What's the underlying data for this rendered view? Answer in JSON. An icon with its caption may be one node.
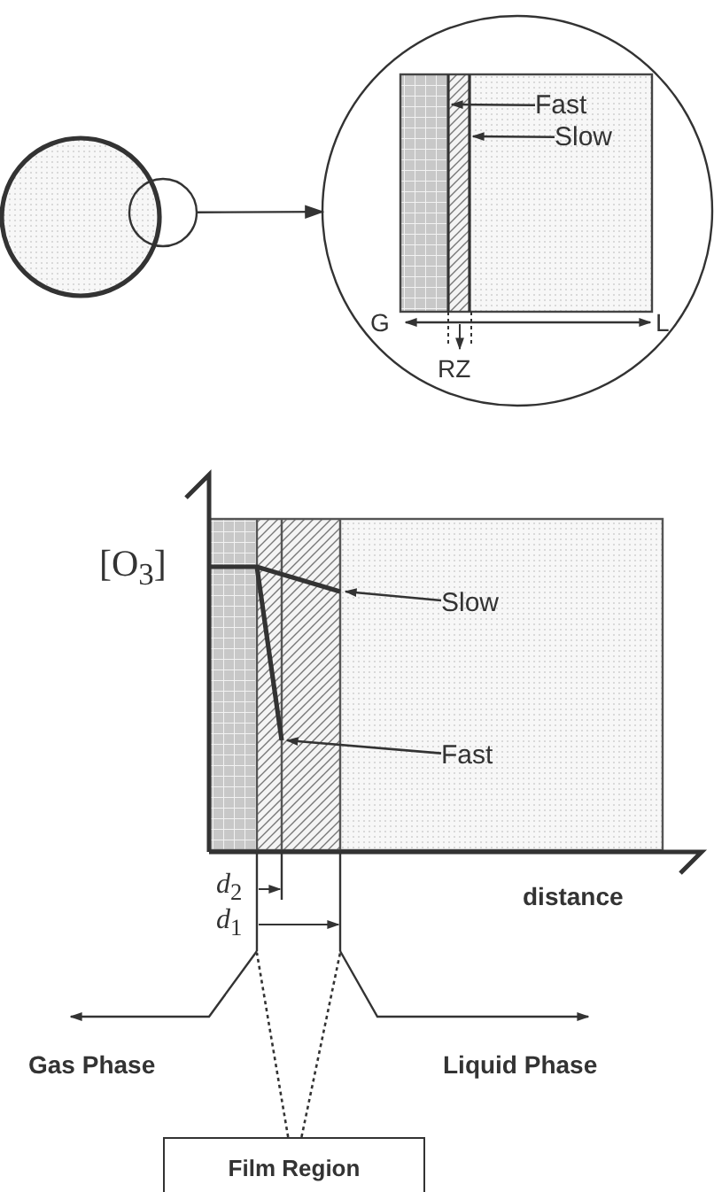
{
  "diagram": {
    "nodes": [
      {
        "text": [],
        "shape": "circle"
      },
      {
        "text": [],
        "shape": "circle"
      },
      {
        "text": [],
        "shape": "circle"
      },
      {
        "text": [
          "Fast"
        ],
        "in": 2
      },
      {
        "text": [
          "Slow"
        ],
        "in": 2
      },
      {
        "text": [
          "Slow"
        ]
      },
      {
        "text": [
          "Fast"
        ]
      },
      {
        "text": [
          "Film Region"
        ]
      }
    ],
    "edges": [
      {
        "from": 1,
        "to": 2,
        "arrow": "to"
      },
      {
        "from": 3,
        "to": null,
        "arrow": "to"
      },
      {
        "from": 4,
        "to": null,
        "arrow": "to"
      },
      {
        "from": 5,
        "to": null,
        "arrow": "to"
      },
      {
        "from": 6,
        "to": null,
        "arrow": "to"
      },
      {
        "from": 7,
        "to": null,
        "arrow": "none",
        "style": "dashed"
      },
      {
        "from": 7,
        "to": null,
        "arrow": "none",
        "style": "dashed"
      }
    ],
    "labels": [
      "G",
      "L",
      "RZ",
      "[O$_{3}$]",
      "distance",
      "*d*$_{2}$",
      "*d*$_{1}$",
      "Gas Phase",
      "Liquid Phase"
    ]
  }
}
